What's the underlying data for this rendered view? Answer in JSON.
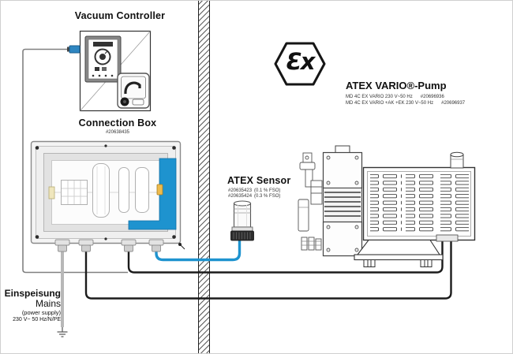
{
  "diagram": {
    "vacuum_controller": {
      "title": "Vacuum Controller"
    },
    "connection_box": {
      "title": "Connection Box",
      "part_number": "#20638435"
    },
    "ex_mark": {
      "glyph": "Ɛx"
    },
    "pump": {
      "title": "ATEX VARIO®-Pump",
      "models": [
        {
          "name": "MD 4C EX VARIO 230 V~50 Hz",
          "part_number": "#20696936"
        },
        {
          "name": "MD 4C EX VARIO +AK +EK 230 V~50 Hz",
          "part_number": "#20696937"
        }
      ]
    },
    "sensor": {
      "title": "ATEX Sensor",
      "variants": [
        {
          "part_number": "#20635423",
          "spec": "(0.1 % FSO)"
        },
        {
          "part_number": "#20635424",
          "spec": "(0.3 % FSO)"
        }
      ]
    },
    "mains": {
      "label_de": "Einspeisung",
      "label_en": "Mains",
      "note": "(power supply)",
      "spec": "230 V~ 50 Hz/N/PE"
    }
  },
  "colors": {
    "accent_blue": "#1e93cf",
    "plug_blue": "#2e86c1",
    "connector_yellow": "#eebb4d",
    "cable_black": "#1b1b1b",
    "cable_gray": "#b8b8b8"
  }
}
